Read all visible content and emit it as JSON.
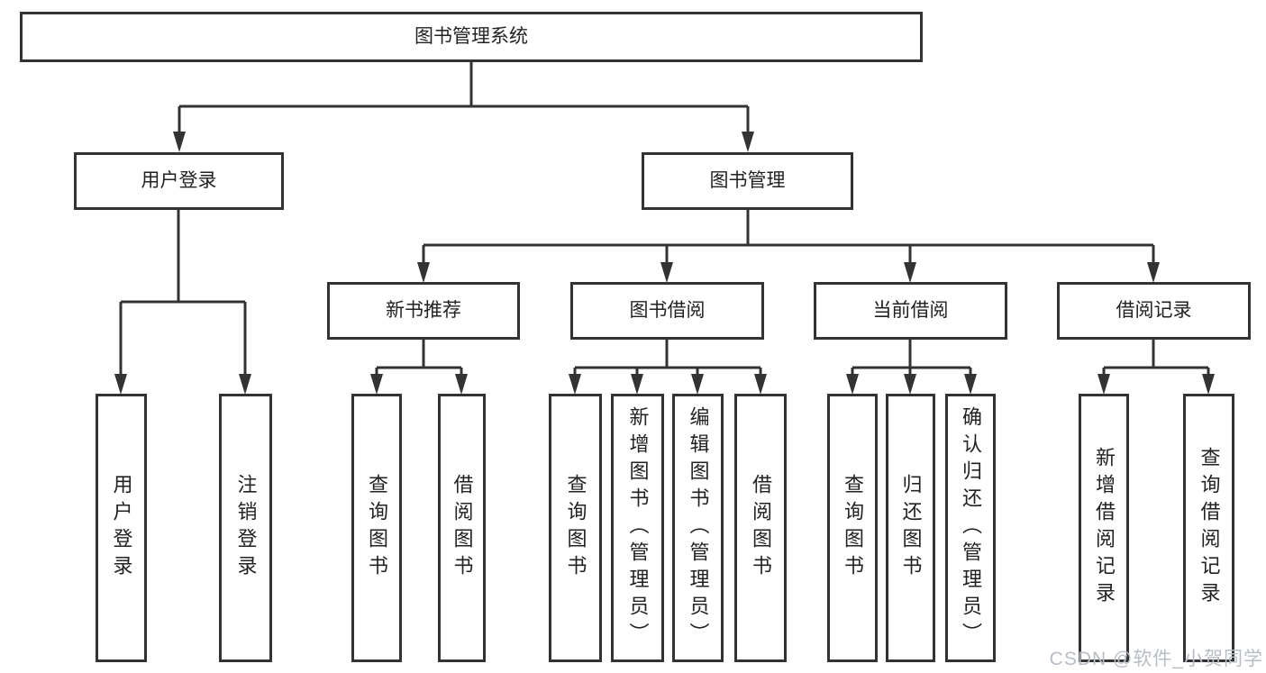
{
  "colors": {
    "line": "#333333",
    "text": "#222222",
    "background": "#ffffff",
    "watermark": "#b7bdc4"
  },
  "tree": {
    "root": {
      "label": "图书管理系统"
    },
    "branches": [
      {
        "label": "用户登录",
        "leaves": [
          "用户登录",
          "注销登录"
        ]
      },
      {
        "label": "图书管理",
        "groups": [
          {
            "label": "新书推荐",
            "leaves": [
              "查询图书",
              "借阅图书"
            ]
          },
          {
            "label": "图书借阅",
            "leaves": [
              "查询图书",
              "新增图书（管理员）",
              "编辑图书（管理员）",
              "借阅图书"
            ]
          },
          {
            "label": "当前借阅",
            "leaves": [
              "查询图书",
              "归还图书",
              "确认归还（管理员）"
            ]
          },
          {
            "label": "借阅记录",
            "leaves": [
              "新增借阅记录",
              "查询借阅记录"
            ]
          }
        ]
      }
    ]
  },
  "watermark": {
    "text": "CSDN @软件_小贺同学"
  }
}
